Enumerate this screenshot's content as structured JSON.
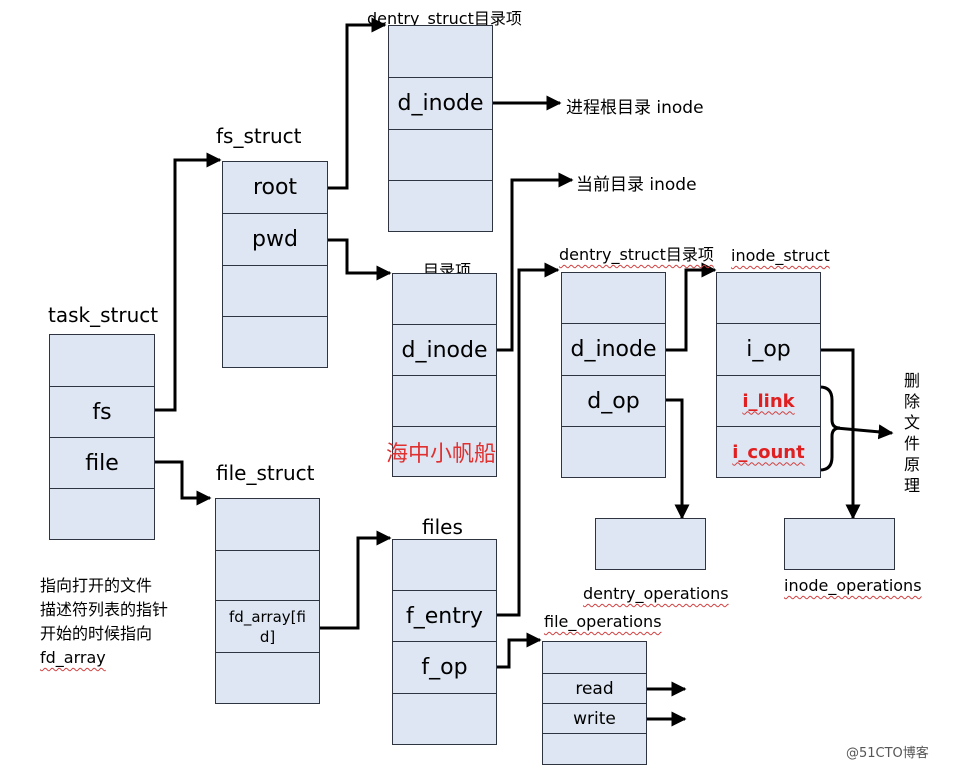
{
  "task_struct": {
    "title": "task_struct",
    "fields": [
      "",
      "fs",
      "file",
      ""
    ]
  },
  "fs_struct": {
    "title": "fs_struct",
    "fields": [
      "root",
      "pwd",
      "",
      ""
    ]
  },
  "dentry_root": {
    "title": "dentry_struct目录项",
    "fields": [
      "",
      "d_inode",
      "",
      ""
    ]
  },
  "dentry_pwd": {
    "title": "目录项",
    "fields": [
      "",
      "d_inode",
      "",
      ""
    ]
  },
  "file_struct": {
    "title": "file_struct",
    "fields": [
      "",
      "",
      "fd_array[fi\nd]",
      ""
    ]
  },
  "files": {
    "title": "files",
    "fields": [
      "",
      "f_entry",
      "f_op",
      ""
    ]
  },
  "dentry_file": {
    "title": "dentry_struct目录项",
    "fields": [
      "",
      "d_inode",
      "d_op",
      ""
    ]
  },
  "inode_struct": {
    "title": "inode_struct",
    "fields": [
      "",
      "i_op",
      "i_link",
      "i_count"
    ]
  },
  "file_operations": {
    "title": "file_operations",
    "fields": [
      "",
      "read",
      "write",
      ""
    ]
  },
  "dentry_operations": {
    "title": "dentry_operations"
  },
  "inode_operations": {
    "title": "inode_operations"
  },
  "labels": {
    "root_inode": "进程根目录 inode",
    "cwd_inode": "当前目录 inode",
    "delete_principle": "删除文件原理",
    "watermark": "海中小帆船",
    "copyright": "@51CTO博客"
  },
  "note_lines": [
    "指向打开的文件",
    "描述符列表的指针",
    "开始的时候指向",
    "fd_array"
  ],
  "colors": {
    "box_fill": "#dde6f2",
    "box_border": "#2e3440",
    "arrow": "#000000",
    "highlight": "#e02020"
  }
}
